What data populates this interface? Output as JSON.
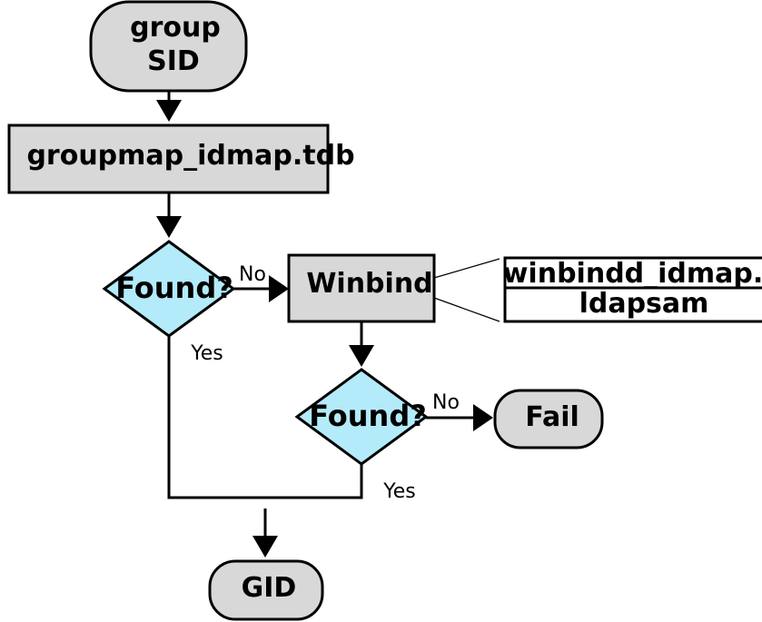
{
  "nodes": {
    "group_sid": {
      "line1": "group",
      "line2": "SID"
    },
    "groupmap": {
      "label": "groupmap_idmap.tdb"
    },
    "found1": {
      "label": "Found?"
    },
    "winbind": {
      "label": "Winbind"
    },
    "backend": {
      "line1": "winbindd_idmap.",
      "line2": "ldapsam"
    },
    "found2": {
      "label": "Found?"
    },
    "fail": {
      "label": "Fail"
    },
    "gid": {
      "label": "GID"
    }
  },
  "edges": {
    "found1_no": "No",
    "found1_yes": "Yes",
    "found2_no": "No",
    "found2_yes": "Yes"
  },
  "colors": {
    "process_fill": "#d8d8d8",
    "decision_fill": "#b3ebfb",
    "stroke": "#000000"
  }
}
